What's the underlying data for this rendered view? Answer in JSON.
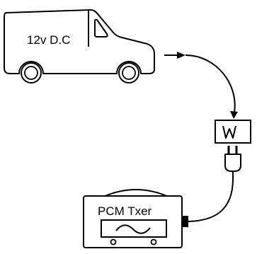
{
  "vehicle": {
    "label": "12v D.C"
  },
  "inverter": {
    "symbol": "W"
  },
  "transmitter": {
    "label": "PCM Txer"
  }
}
